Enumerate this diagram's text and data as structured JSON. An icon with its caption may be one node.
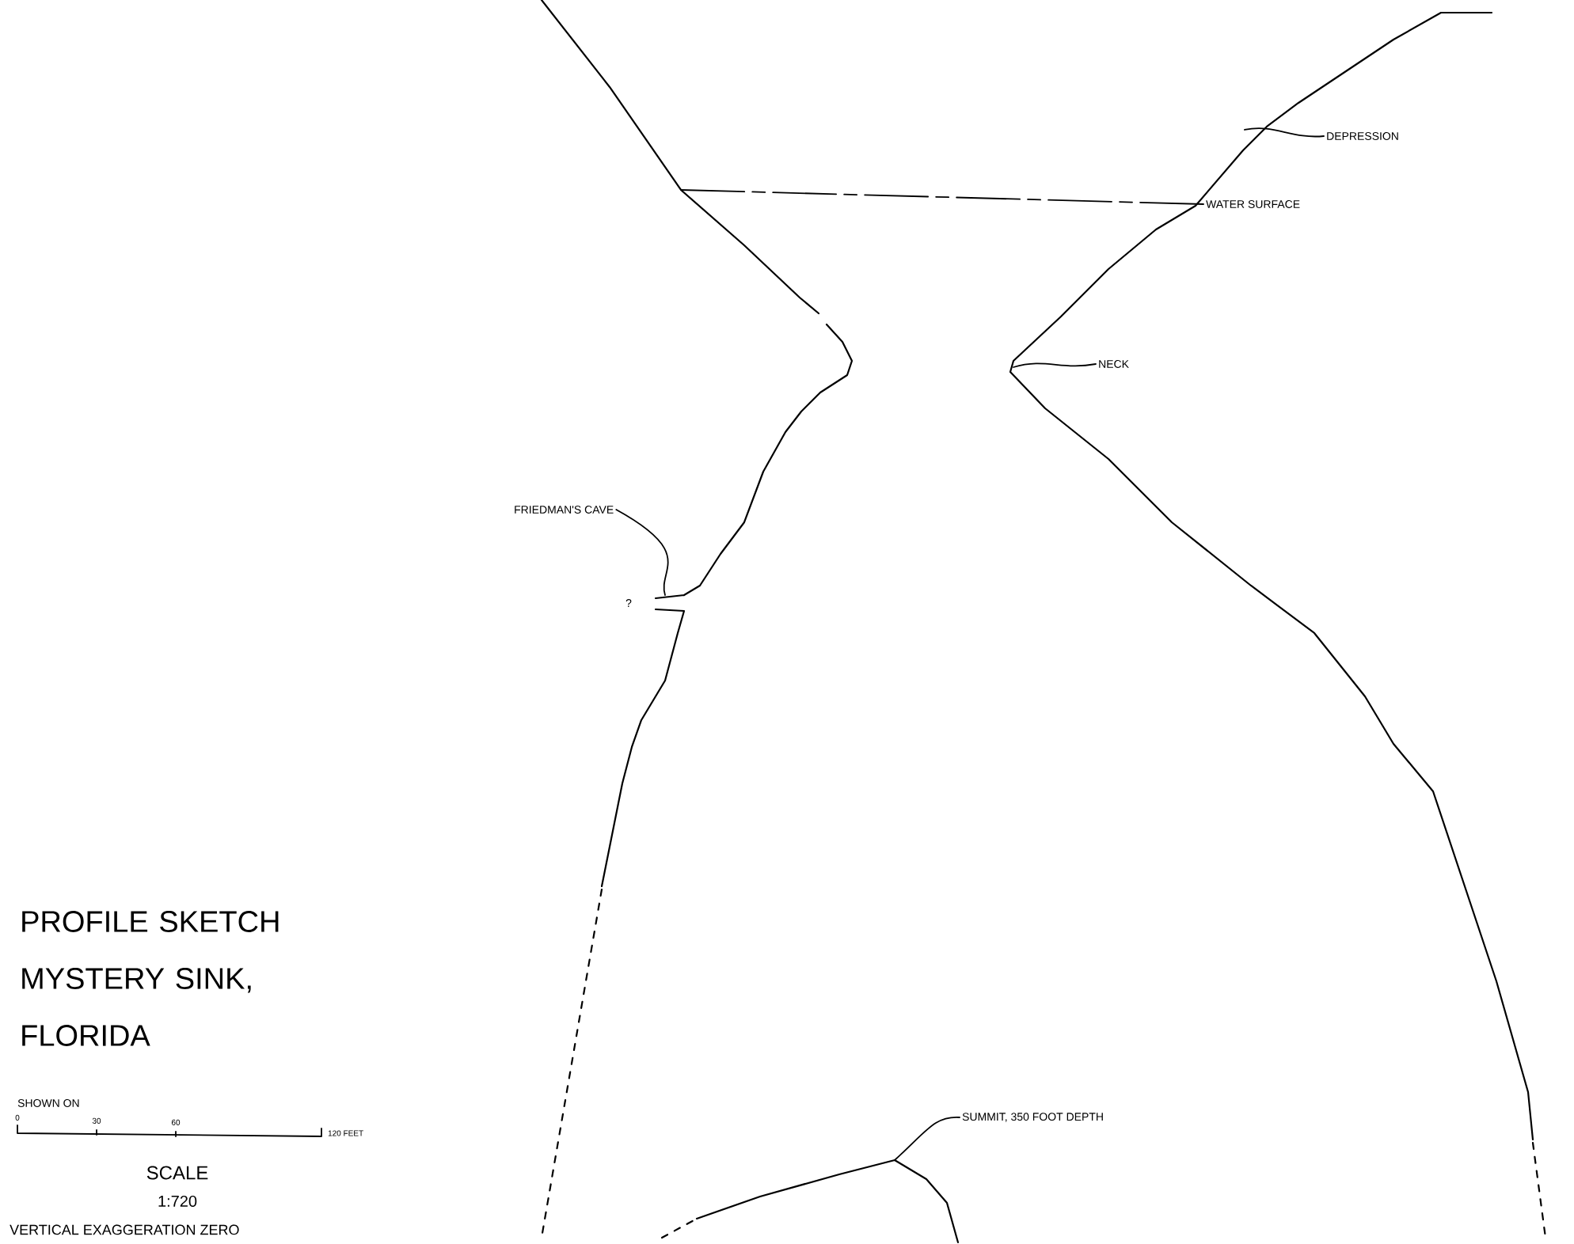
{
  "diagram": {
    "title": "PROFILE SKETCH MYSTERY SINK, FLORIDA",
    "nodes": [
      {
        "text": [
          "DEPRESSION"
        ]
      },
      {
        "text": [
          "WATER SURFACE"
        ]
      },
      {
        "text": [
          "NECK"
        ]
      },
      {
        "text": [
          "FRIEDMAN'S CAVE"
        ]
      },
      {
        "text": [
          "SUMMIT, 350 FOOT DEPTH"
        ]
      }
    ],
    "edges": [
      {
        "from": 0,
        "to": null,
        "arrow": "none"
      },
      {
        "from": 1,
        "to": null,
        "arrow": "none",
        "style": "dashed"
      },
      {
        "from": 2,
        "to": null,
        "arrow": "none"
      },
      {
        "from": 3,
        "to": null,
        "arrow": "none"
      },
      {
        "from": 4,
        "to": null,
        "arrow": "none"
      }
    ],
    "labels": [
      "?",
      "SHOWN ON",
      "0",
      "30",
      "60",
      "120 FEET",
      "SCALE",
      "1:720",
      "VERTICAL EXAGGERATION ZERO"
    ]
  }
}
